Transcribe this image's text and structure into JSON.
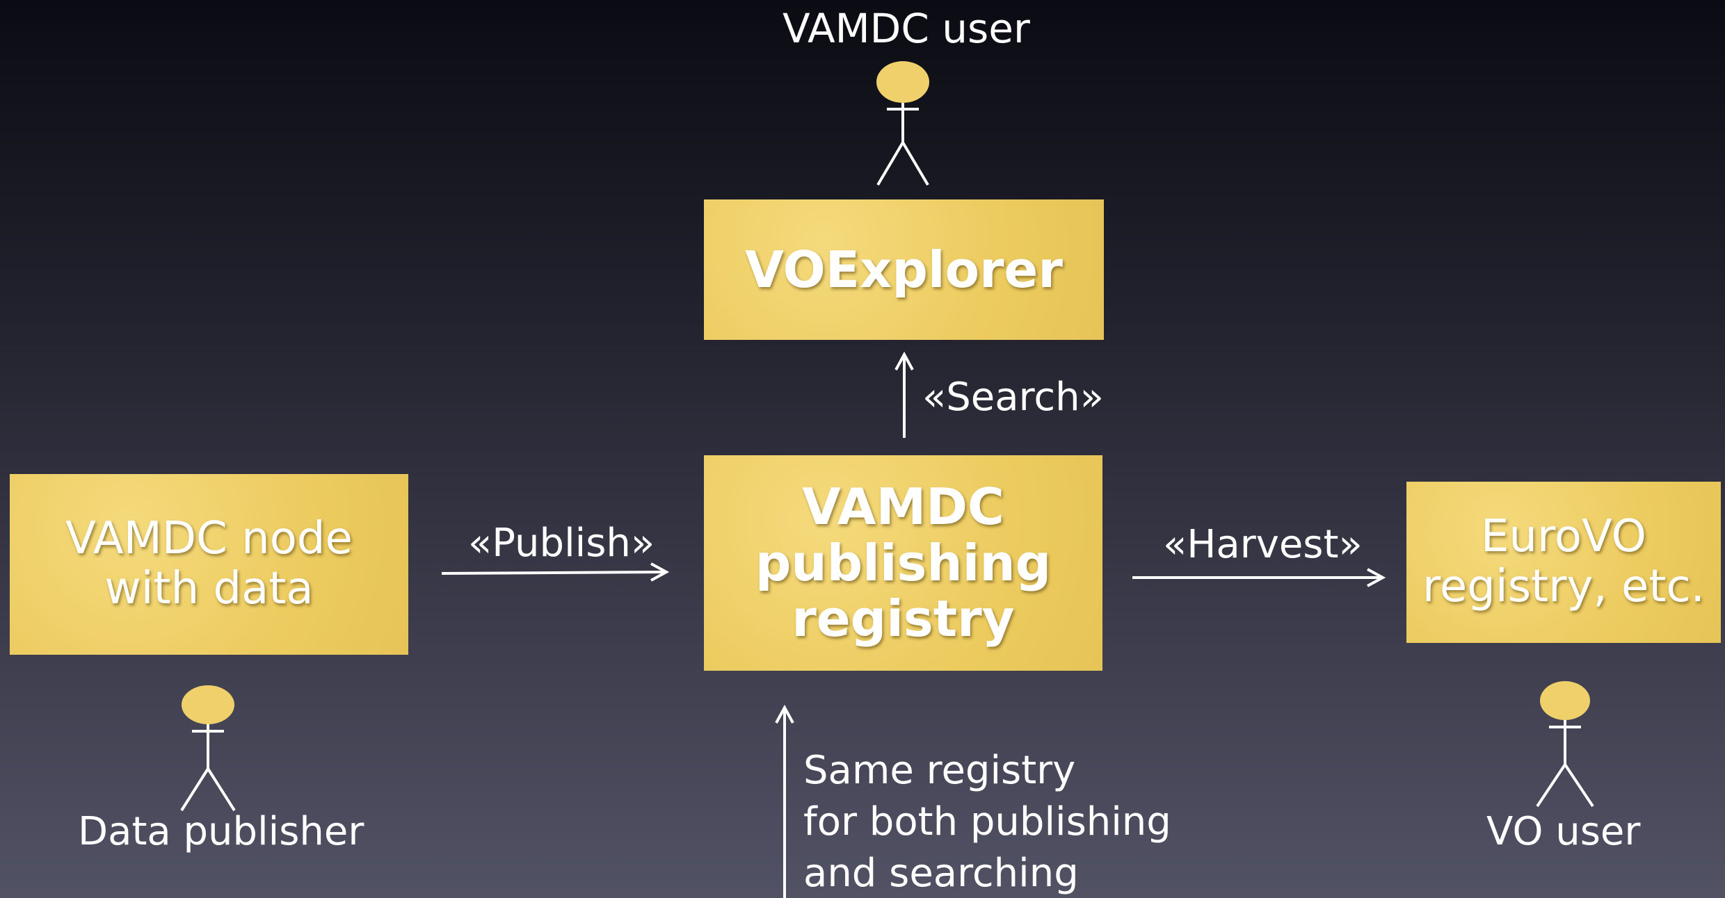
{
  "actors": {
    "top": {
      "label": "VAMDC user"
    },
    "left": {
      "label": "Data publisher"
    },
    "right": {
      "label": "VO user"
    }
  },
  "boxes": {
    "voexplorer": {
      "text": "VOExplorer"
    },
    "registry": {
      "text": "VAMDC\npublishing\nregistry"
    },
    "node": {
      "text": "VAMDC node\nwith data"
    },
    "eurovo": {
      "text": "EuroVO\nregistry, etc."
    }
  },
  "arrows": {
    "search": {
      "label": "«Search»"
    },
    "publish": {
      "label": "«Publish»"
    },
    "harvest": {
      "label": "«Harvest»"
    }
  },
  "note": {
    "lines": [
      "Same registry",
      "for both publishing",
      "and searching"
    ]
  },
  "colors": {
    "box_fill": "#f0d06a",
    "actor_head": "#f0d06a",
    "line": "#ffffff",
    "background_top": "#0b0b13",
    "background_bottom": "#525265"
  }
}
